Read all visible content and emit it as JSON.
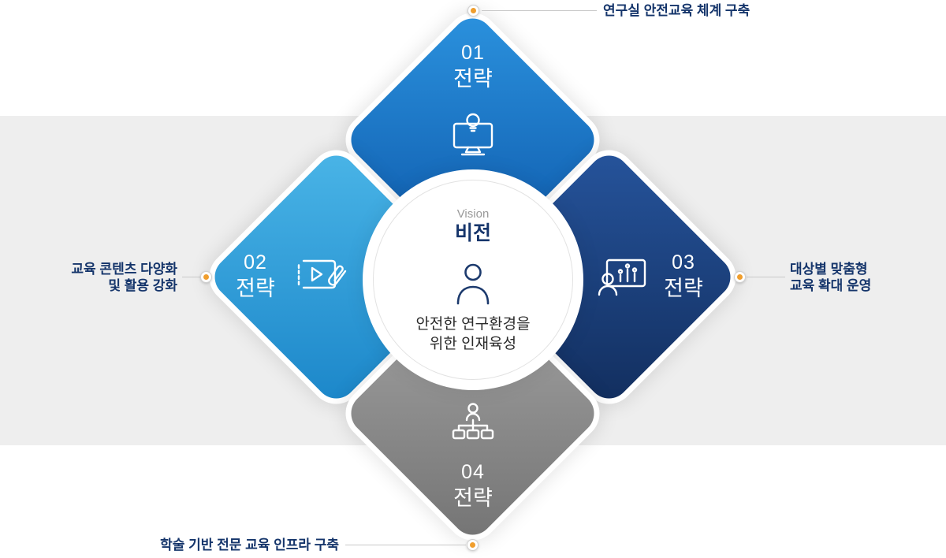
{
  "center": {
    "vision_label": "Vision",
    "vision_title": "비전",
    "description_lines": [
      "안전한 연구환경을",
      "위한 인재육성"
    ]
  },
  "strategies": [
    {
      "number": "01",
      "label": "전략",
      "icon": "monitor-idea-icon",
      "callout_lines": [
        "연구실 안전교육 체계 구축"
      ],
      "color": "#1272c4"
    },
    {
      "number": "02",
      "label": "전략",
      "icon": "video-content-icon",
      "callout_lines": [
        "교육 콘텐츠 다양화",
        "및 활용 강화"
      ],
      "color": "#31a4dd"
    },
    {
      "number": "03",
      "label": "전략",
      "icon": "person-chart-icon",
      "callout_lines": [
        "대상별 맞춤형",
        "교육 확대 운영"
      ],
      "color": "#1a3c74"
    },
    {
      "number": "04",
      "label": "전략",
      "icon": "org-structure-icon",
      "callout_lines": [
        "학술 기반 전문 교육 인프라 구축"
      ],
      "color": "#8b8b8b"
    }
  ],
  "colors": {
    "background_band": "#eeeeee",
    "callout_text": "#15356b",
    "dot_accent": "#f09e2d",
    "vision_title_text": "#16356b",
    "vision_en_text": "#9a9a9a"
  }
}
